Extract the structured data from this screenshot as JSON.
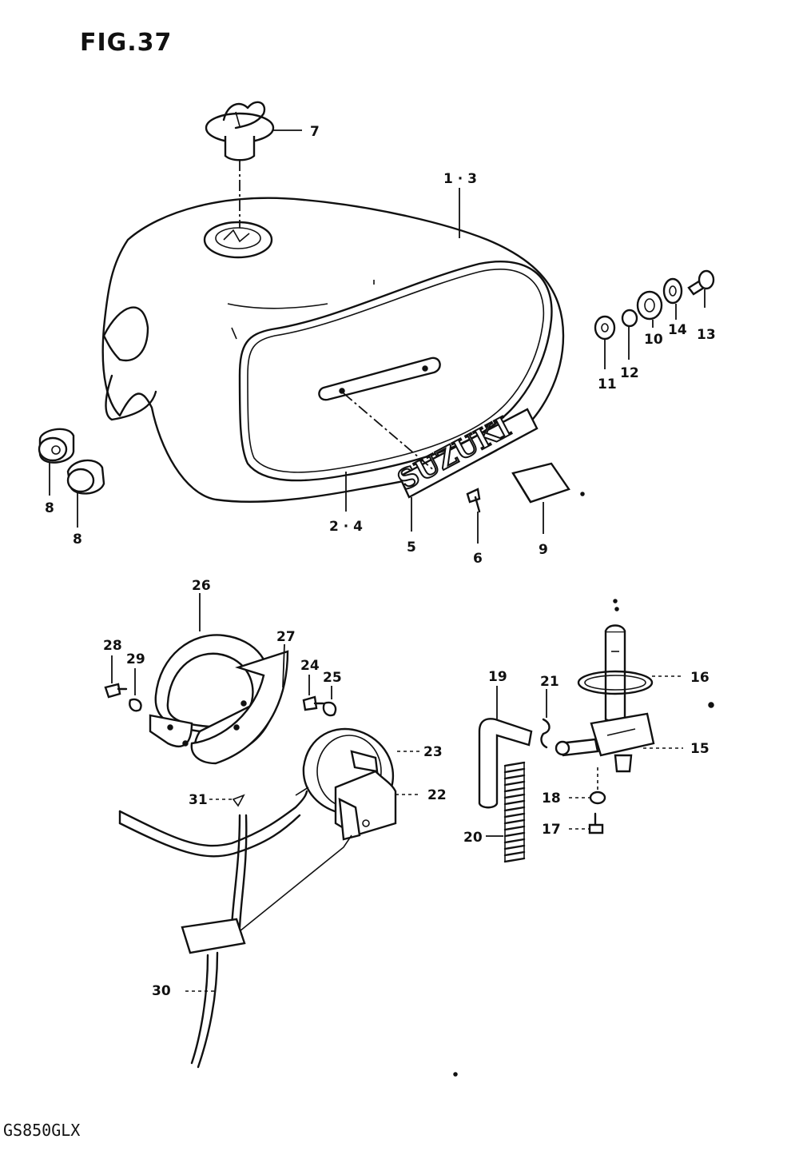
{
  "figure": {
    "title": "FIG.37",
    "model": "GS850GLX"
  },
  "callouts": {
    "c7": "7",
    "c1_3": "1 · 3",
    "c2_4": "2 · 4",
    "c5": "5",
    "c6": "6",
    "c8a": "8",
    "c8b": "8",
    "c9": "9",
    "c10": "10",
    "c11": "11",
    "c12": "12",
    "c13": "13",
    "c14": "14",
    "c15": "15",
    "c16": "16",
    "c17": "17",
    "c18": "18",
    "c19": "19",
    "c20": "20",
    "c21": "21",
    "c22": "22",
    "c23": "23",
    "c24": "24",
    "c25": "25",
    "c26": "26",
    "c27": "27",
    "c28": "28",
    "c29": "29",
    "c30": "30",
    "c31": "31"
  },
  "emblem": {
    "brand_text": "SUZUKI"
  }
}
